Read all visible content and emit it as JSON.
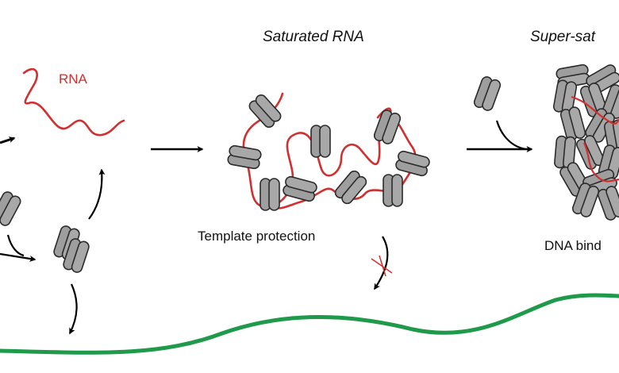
{
  "labels": {
    "rna": "RNA",
    "saturated_rna": "Saturated RNA",
    "super_saturated": "Super-sat",
    "template_protection": "Template protection",
    "dna_binding": "DNA bind"
  },
  "colors": {
    "rna_strand": "#d32f2f",
    "dna_strand": "#1e9a4a",
    "protein_fill": "#9e9e9e",
    "protein_stroke": "#2b2b2b",
    "arrow": "#000000",
    "blocked_cross": "#d32f2f"
  },
  "icons": {
    "protein": "grey-double-lobe-protein-icon",
    "blocked": "red-x-icon"
  }
}
